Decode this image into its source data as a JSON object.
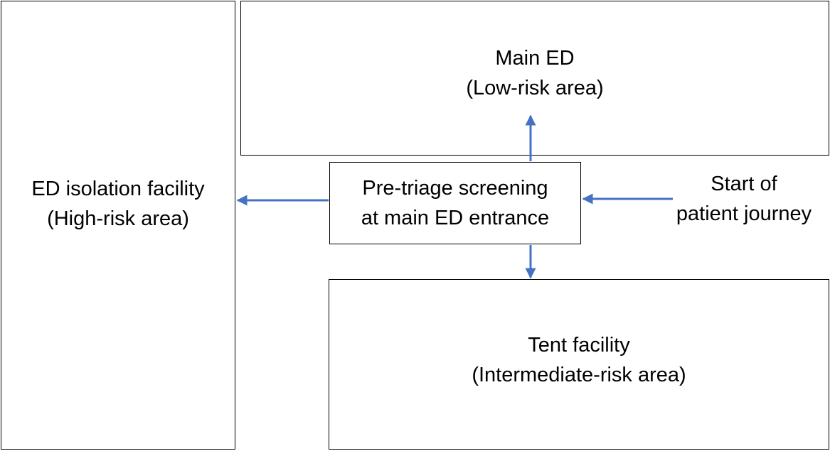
{
  "nodes": {
    "isolation": {
      "line1": "ED isolation facility",
      "line2": "(High-risk area)"
    },
    "main_ed": {
      "line1": "Main ED",
      "line2": "(Low-risk area)"
    },
    "pre_triage": {
      "line1": "Pre-triage screening",
      "line2": "at main ED entrance"
    },
    "tent": {
      "line1": "Tent facility",
      "line2": "(Intermediate-risk area)"
    },
    "start": {
      "line1": "Start of",
      "line2": "patient journey"
    }
  },
  "edges": [
    {
      "from": "start",
      "to": "pre_triage"
    },
    {
      "from": "pre_triage",
      "to": "main_ed"
    },
    {
      "from": "pre_triage",
      "to": "tent"
    },
    {
      "from": "pre_triage",
      "to": "isolation"
    }
  ],
  "colors": {
    "arrow": "#4472C4",
    "border": "#000000"
  }
}
